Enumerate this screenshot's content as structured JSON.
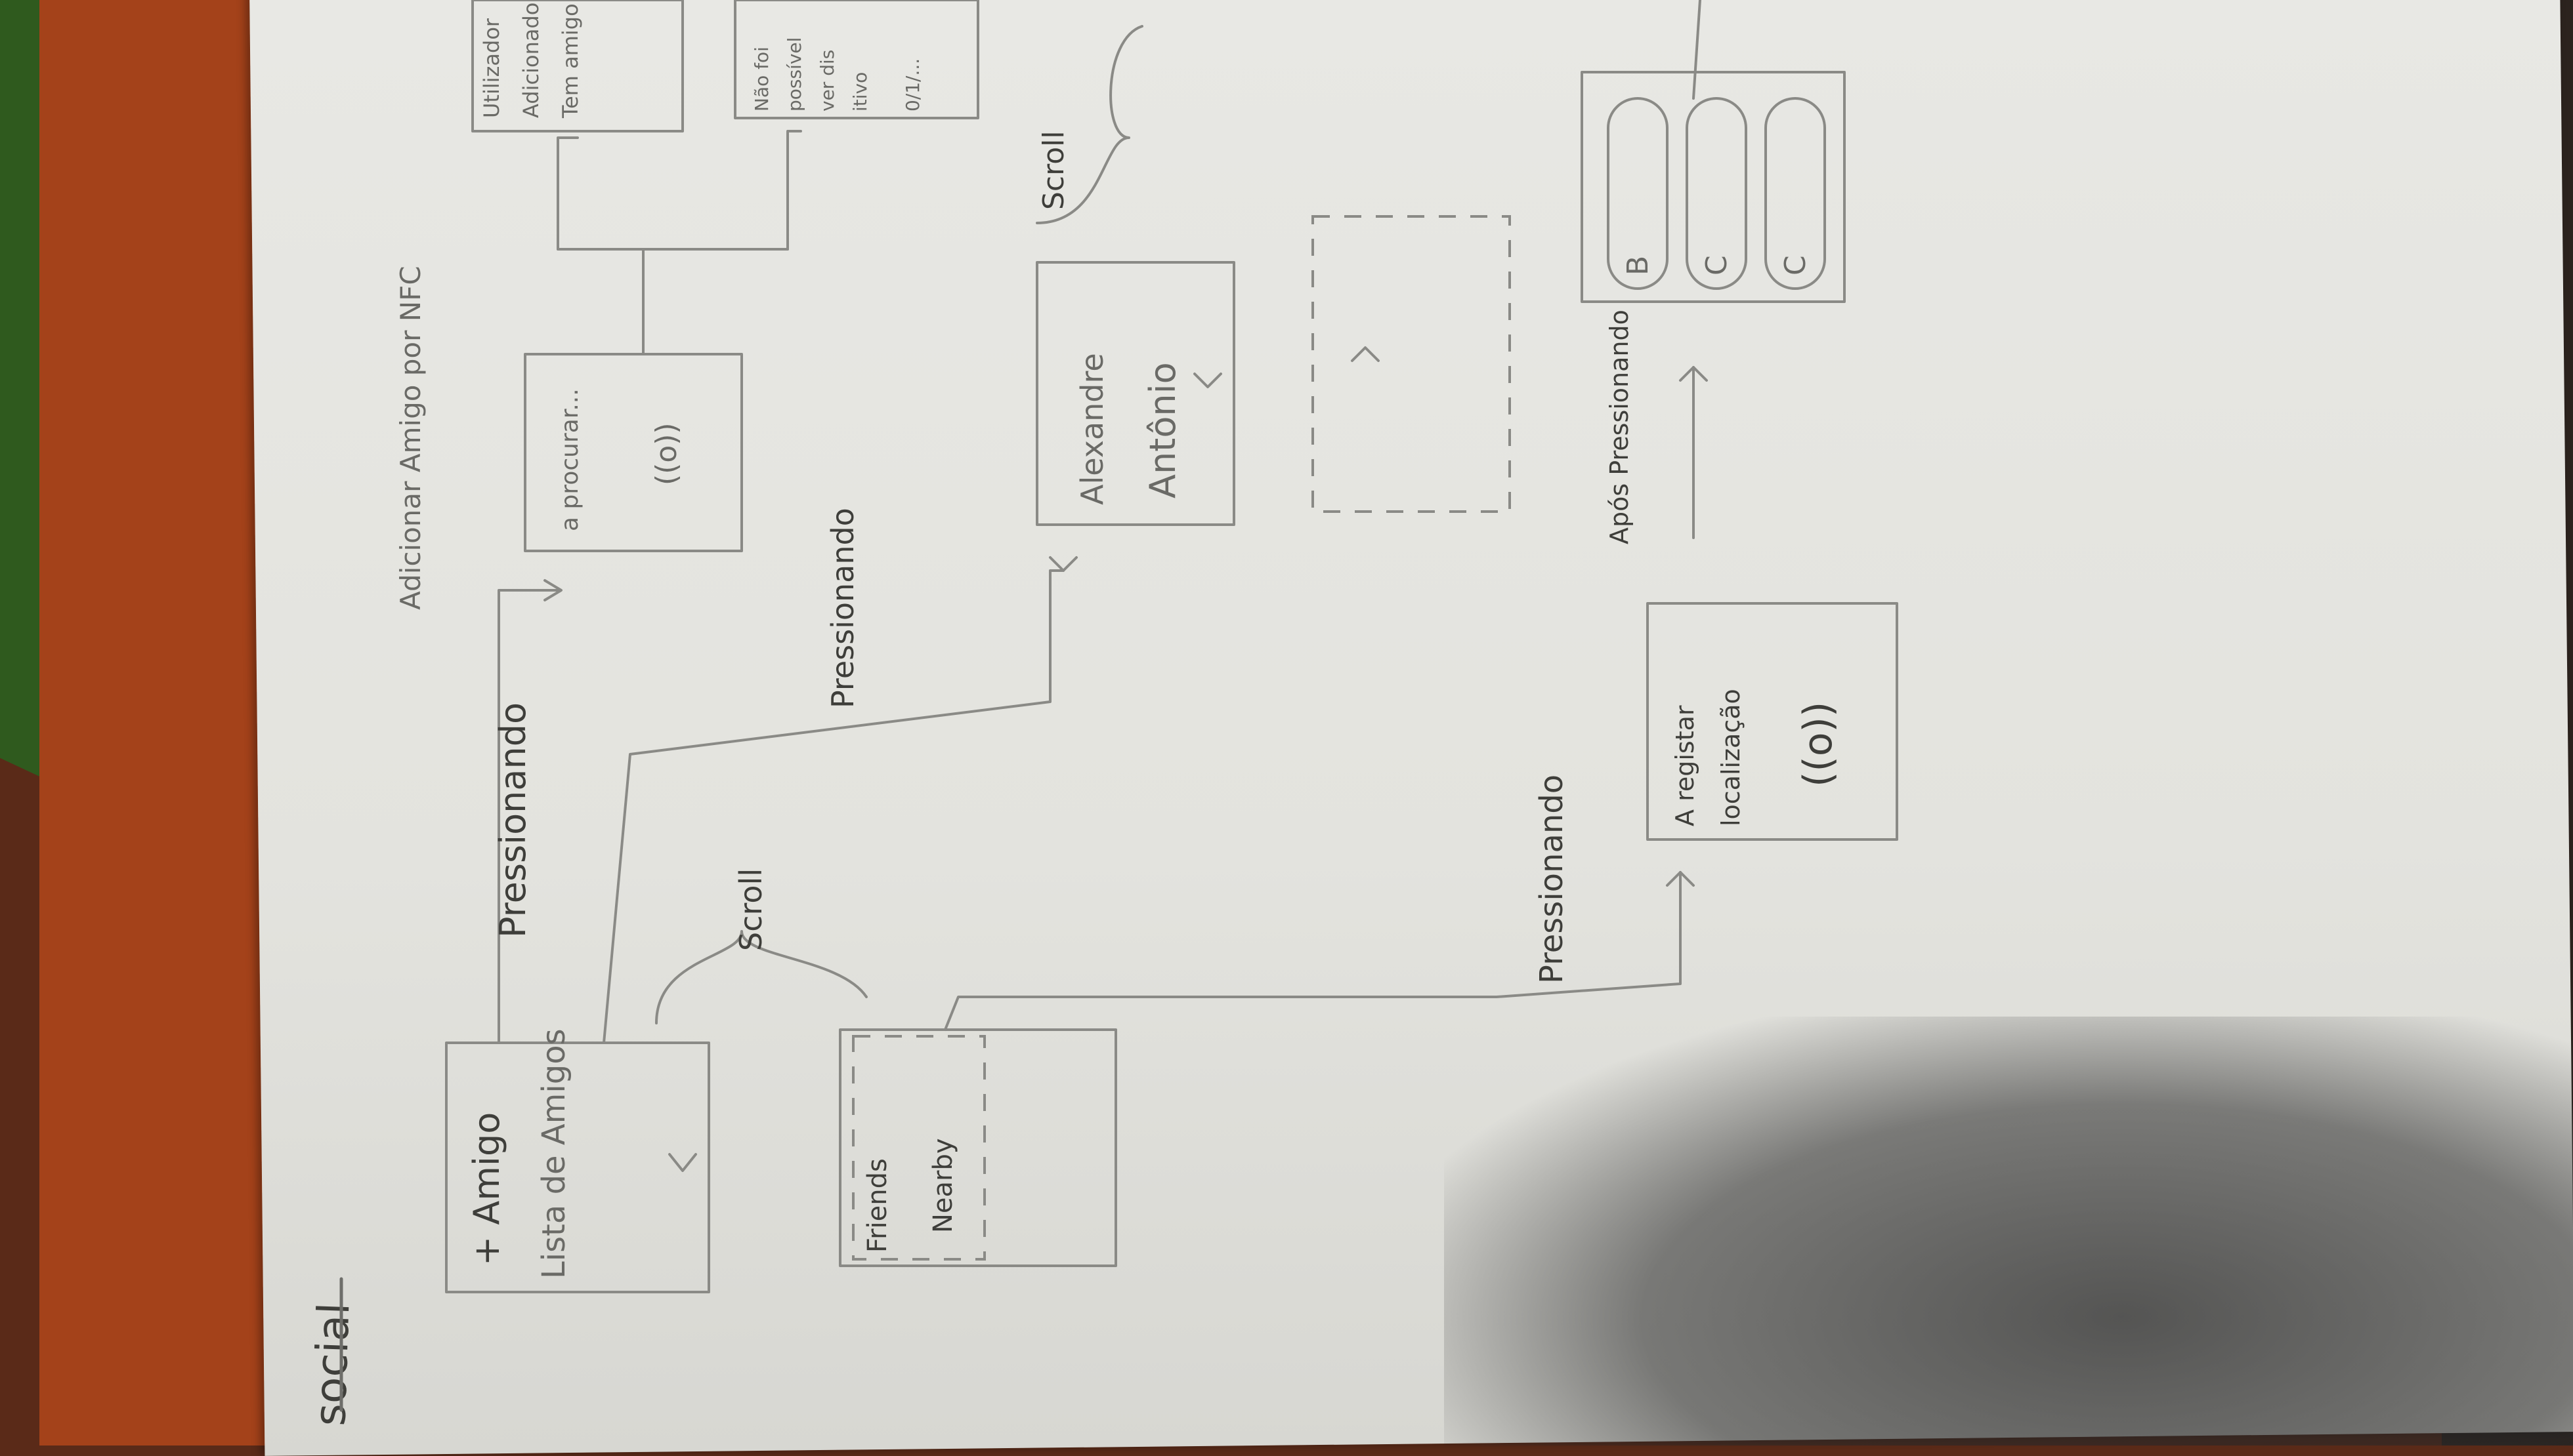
{
  "page_heading": "social",
  "screens": {
    "friends_list": {
      "line1": "+ Amigo",
      "line2": "Lista de Amigos"
    },
    "nfc_screen": {
      "title": "Adicionar Amigo por NFC",
      "label": "a procurar...",
      "icon": "((o))"
    },
    "right_top_a": {
      "line1": "Utilizador",
      "line2": "Adicionado",
      "line3": "Tem amigo"
    },
    "right_top_b": {
      "line1": "Não foi",
      "line2": "possível",
      "line3": "ver dis",
      "line4": "itivo",
      "line5": "0/1/..."
    },
    "friend_detail": {
      "line1": "Alexandre",
      "line2": "Antônio",
      "chevron": "v"
    },
    "friends_nearby": {
      "line1": "Friends",
      "line2": "Nearby"
    },
    "nfc_send": {
      "line1": "A registar",
      "line2": "localização",
      "icon": "((o))"
    },
    "buttons_panel": {
      "labels": [
        "B",
        "C",
        "C"
      ]
    }
  },
  "flow_labels": {
    "pressionando_1": "Pressionando",
    "pressionando_2": "Pressionando",
    "pressionando_3": "Pressionando",
    "scroll_1": "Scroll",
    "scroll_2": "Scroll",
    "apos_pressionando": "Após Pressionando"
  }
}
